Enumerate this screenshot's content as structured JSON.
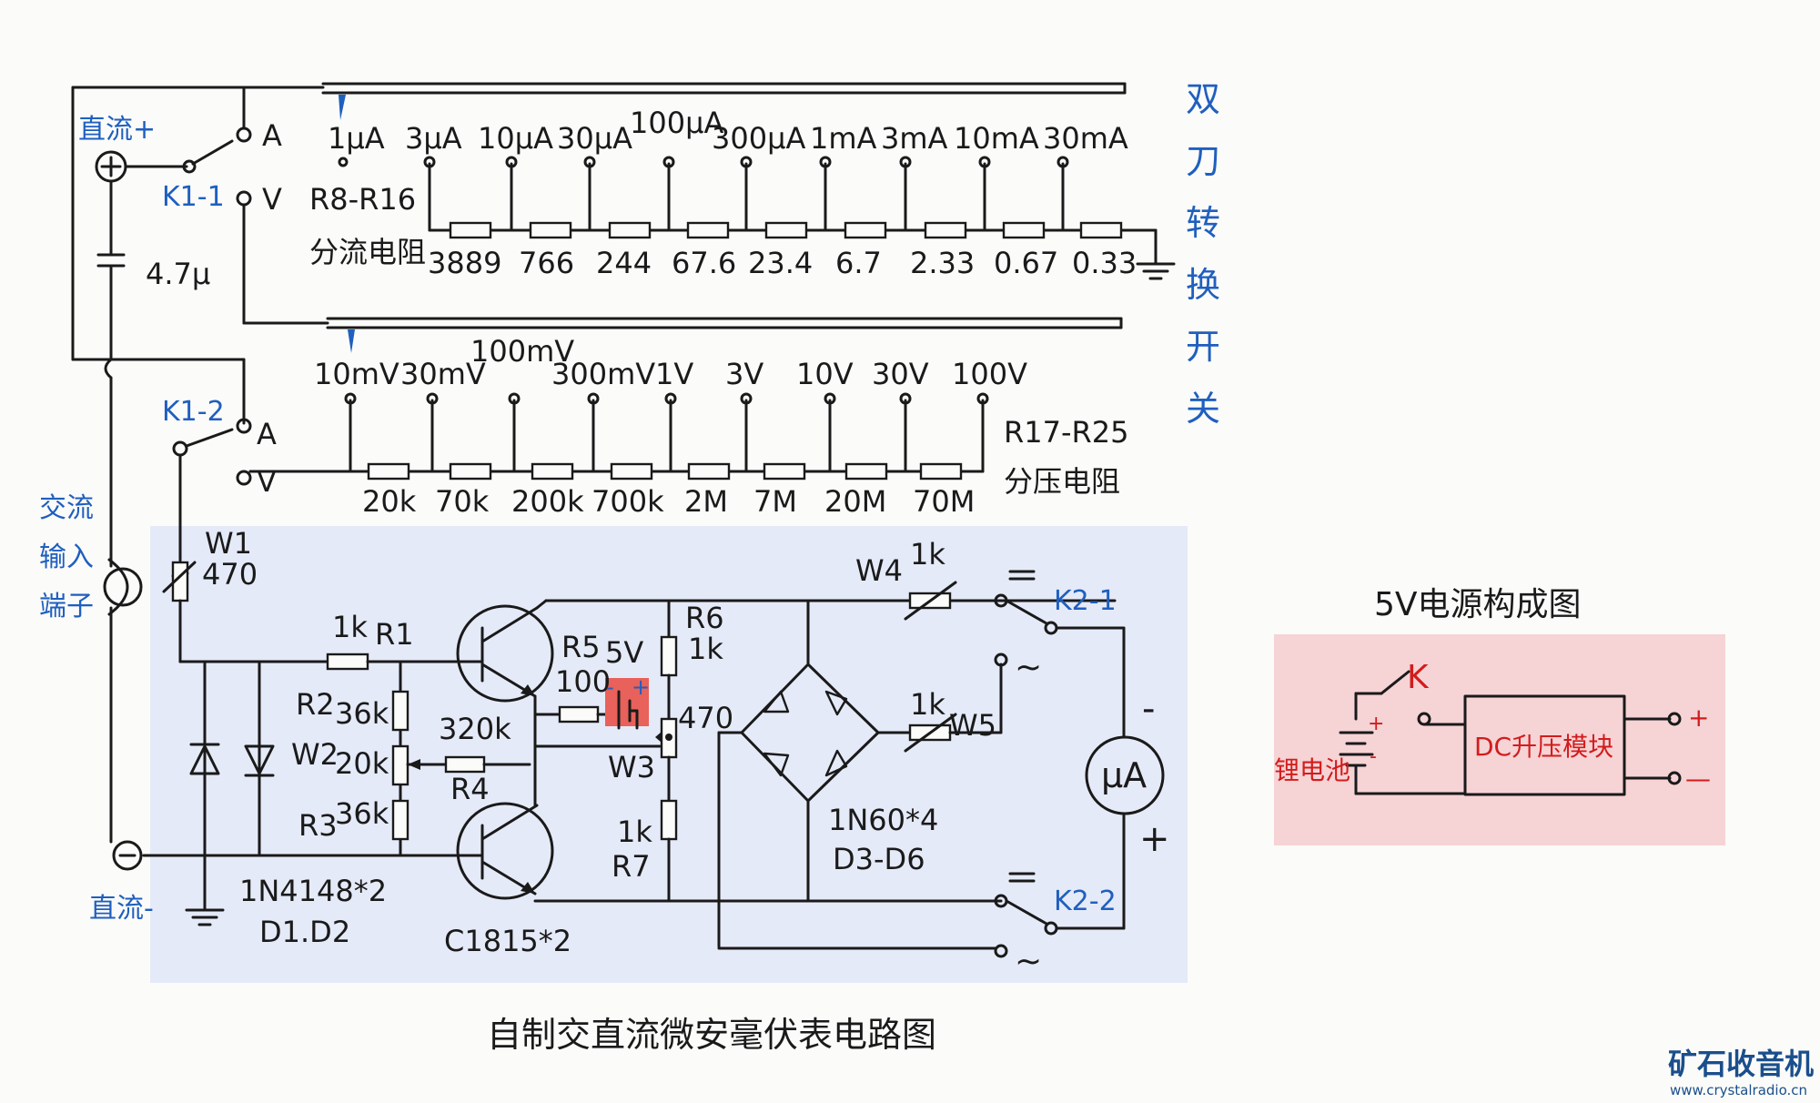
{
  "title": "自制交直流微安毫伏表电路图",
  "switch_caption": "双刀转换开关",
  "current_ranges": {
    "labels": [
      "1μA",
      "3μA",
      "10μA",
      "30μA",
      "100μA",
      "300μA",
      "1mA",
      "3mA",
      "10mA",
      "30mA"
    ],
    "resistors": [
      "3889",
      "766",
      "244",
      "67.6",
      "23.4",
      "6.7",
      "2.33",
      "0.67",
      "0.33"
    ],
    "group_name": "R8-R16",
    "group_desc": "分流电阻"
  },
  "voltage_ranges": {
    "labels": [
      "10mV",
      "30mV",
      "100mV",
      "300mV",
      "1V",
      "3V",
      "10V",
      "30V",
      "100V"
    ],
    "resistors": [
      "20k",
      "70k",
      "200k",
      "700k",
      "2M",
      "7M",
      "20M",
      "70M"
    ],
    "group_name": "R17-R25",
    "group_desc": "分压电阻"
  },
  "input": {
    "dc_plus": "直流+",
    "dc_minus": "直流-",
    "ac_label_1": "交流",
    "ac_label_2": "输入",
    "ac_label_3": "端子",
    "cap": "4.7μ"
  },
  "switches": {
    "k1_1": "K1-1",
    "k1_2": "K1-2",
    "k2_1": "K2-1",
    "k2_2": "K2-2",
    "pos_a": "A",
    "pos_v": "V"
  },
  "components": {
    "w1": "W1",
    "w1_val": "470",
    "r1_val": "1k",
    "r1": "R1",
    "r2": "R2",
    "r2_val": "36k",
    "w2": "W2",
    "w2_val": "20k",
    "r3": "R3",
    "r3_val": "36k",
    "r4_val": "320k",
    "r4": "R4",
    "r5": "R5",
    "r5_val": "100",
    "supply": "5V",
    "r6": "R6",
    "r6_val": "1k",
    "w3_val": "470",
    "w3": "W3",
    "r7_val": "1k",
    "r7": "R7",
    "w4": "W4",
    "w4_val": "1k",
    "w5_val": "1k",
    "w5": "W5",
    "diodes_bridge": "1N60*4",
    "diodes_bridge_ref": "D3-D6",
    "diodes_input": "1N4148*2",
    "diodes_input_ref": "D1.D2",
    "transistors": "C1815*2",
    "meter": "μA",
    "tilde": "~",
    "minus": "-",
    "plus": "+"
  },
  "power_inset": {
    "title": "5V电源构成图",
    "switch": "K",
    "battery": "锂电池",
    "module": "DC升压模块",
    "plus": "+",
    "minus": "—",
    "bat_plus": "+",
    "bat_minus": "-"
  },
  "watermark": {
    "cn": "矿石收音机",
    "url": "www.crystalradio.cn"
  },
  "colors": {
    "ink": "#1a1a1a",
    "blue_text": "#1f5fbf",
    "red_text": "#d21c1c",
    "amplifier_bg": "#e5eaf8",
    "inset_bg": "#f6d3d5",
    "battery_highlight": "#e8615a"
  }
}
